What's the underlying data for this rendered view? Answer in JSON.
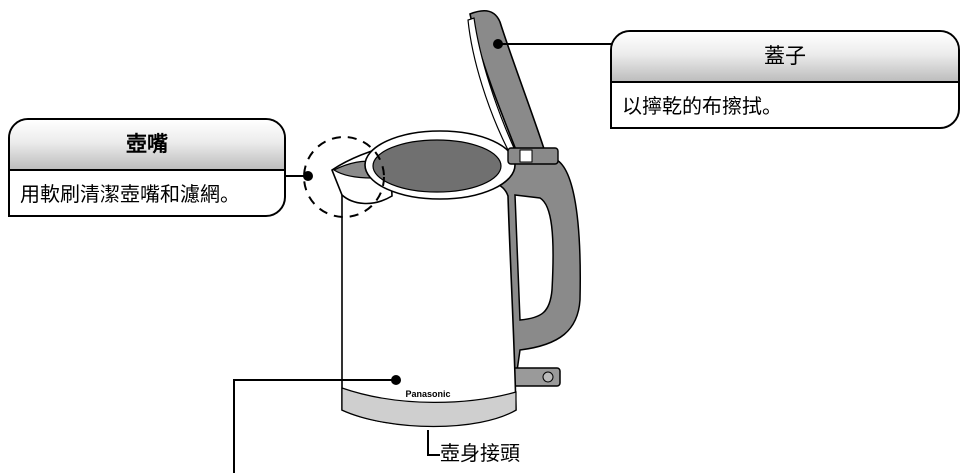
{
  "callouts": {
    "spout": {
      "title": "壺嘴",
      "text": "用軟刷清潔壺嘴和濾網。"
    },
    "lid": {
      "title": "蓋子",
      "text": "以擰乾的布擦拭。"
    }
  },
  "labels": {
    "connector": "壺身接頭",
    "brand": "Panasonic"
  },
  "colors": {
    "handle_gray": "#8a8a8a",
    "inner_gray": "#707070",
    "body_white": "#ffffff",
    "outline": "#000000"
  }
}
